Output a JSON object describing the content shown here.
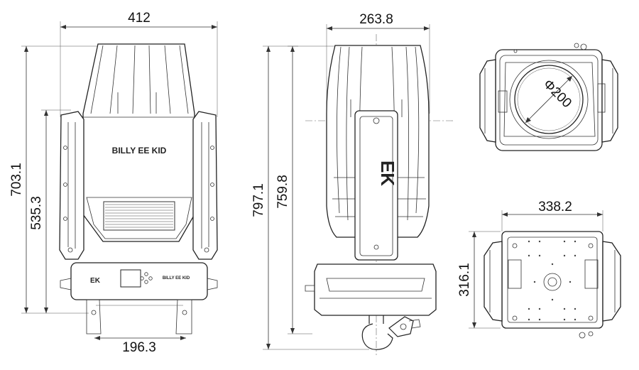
{
  "dimensions": {
    "front_width": "412",
    "front_height_total": "703.1",
    "front_height_arm": "535.3",
    "front_base_width": "196.3",
    "side_depth": "263.8",
    "side_height_total": "797.1",
    "side_height_body": "759.8",
    "top_diameter": "Φ200",
    "bottom_width": "338.2",
    "bottom_height": "316.1"
  },
  "labels": {
    "brand_front": "BILLY EE KID",
    "logo_side": "EK",
    "base_logo": "EK",
    "base_brand": "BILLY EE KID"
  }
}
